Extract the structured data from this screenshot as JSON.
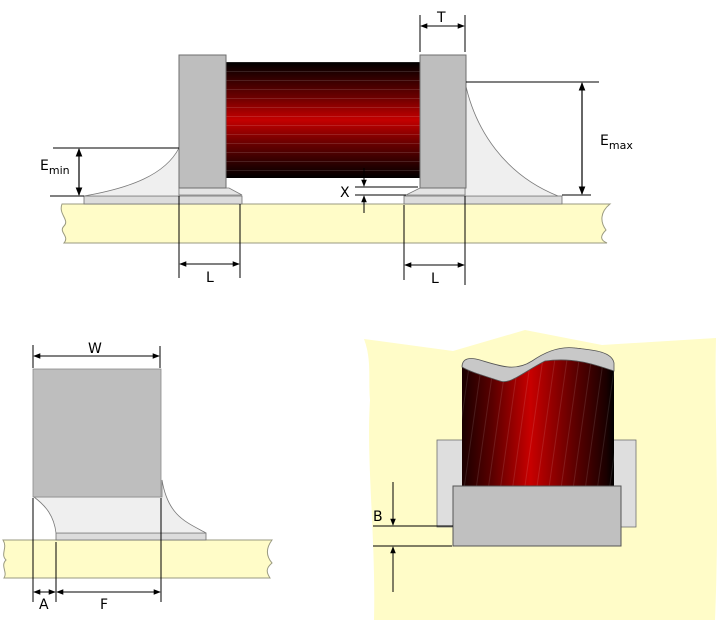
{
  "diagram": {
    "colors": {
      "board": "#fffcc8",
      "board_edge": "#9a9a80",
      "terminal": "#bebebe",
      "terminal_edge": "#6e6e6e",
      "pad": "#dcdcdc",
      "fillet": "#efefef",
      "winding_dark": "#000000",
      "winding_bright": "#c00000",
      "dim_line": "#000000"
    },
    "side_view": {
      "labels": {
        "T": "T",
        "E_min_base": "E",
        "E_min_sub": "min",
        "E_max_base": "E",
        "E_max_sub": "max",
        "X": "X",
        "L_left": "L",
        "L_right": "L"
      }
    },
    "end_view": {
      "labels": {
        "W": "W",
        "A": "A",
        "F": "F"
      }
    },
    "top_view": {
      "labels": {
        "B": "B"
      }
    }
  }
}
